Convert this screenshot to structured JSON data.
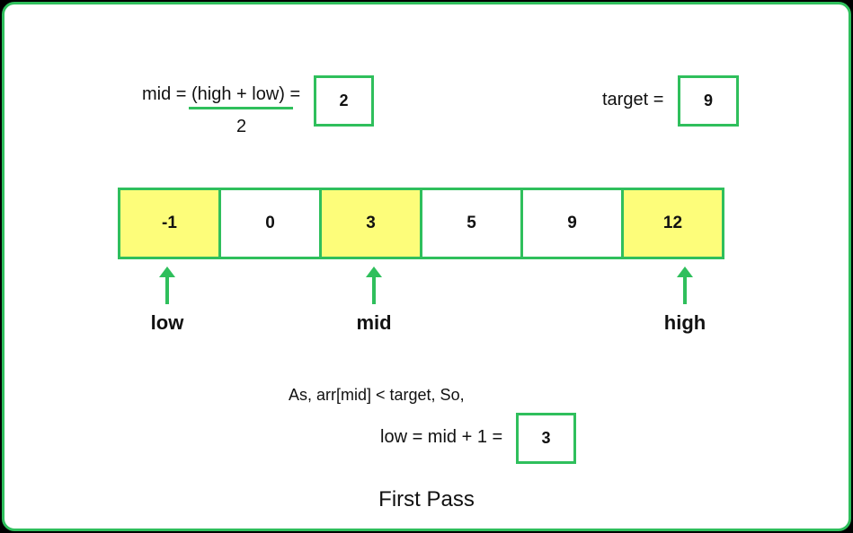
{
  "formula": {
    "numerator": "mid = (high + low) =",
    "denominator": "2",
    "result": "2"
  },
  "target": {
    "label": "target =",
    "value": "9"
  },
  "array": {
    "cells": [
      {
        "value": "-1",
        "highlighted": true
      },
      {
        "value": "0",
        "highlighted": false
      },
      {
        "value": "3",
        "highlighted": true
      },
      {
        "value": "5",
        "highlighted": false
      },
      {
        "value": "9",
        "highlighted": false
      },
      {
        "value": "12",
        "highlighted": true
      }
    ]
  },
  "pointers": {
    "low": "low",
    "mid": "mid",
    "high": "high"
  },
  "explanation": {
    "condition": "As, arr[mid] < target, So,",
    "update_label": "low = mid + 1 =",
    "update_value": "3"
  },
  "caption": "First Pass",
  "colors": {
    "accent_green": "#2fbf5c",
    "highlight_yellow": "#fdfd7a"
  }
}
